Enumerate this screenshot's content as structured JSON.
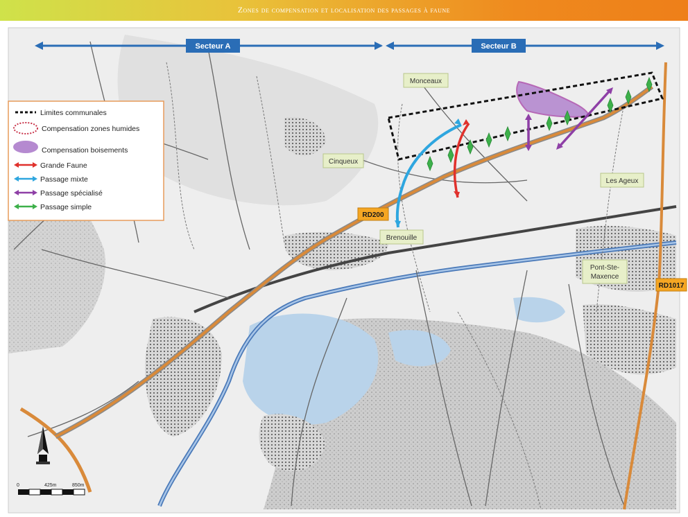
{
  "title": "Zones de compensation et localisation des passages à faune",
  "sectors": {
    "a": "Secteur A",
    "b": "Secteur B"
  },
  "legend": {
    "limites": "Limites communales",
    "zones_humides": "Compensation zones humides",
    "boisements": "Compensation boisements",
    "grande_faune": "Grande Faune",
    "passage_mixte": "Passage mixte",
    "passage_specialise": "Passage spécialisé",
    "passage_simple": "Passage simple"
  },
  "places": {
    "monceaux": "Monceaux",
    "cinqueux": "Cinqueux",
    "les_ageux": "Les Ageux",
    "brenouille": "Brenouille",
    "pont_ste_maxence": "Pont-Ste-Maxence",
    "pont_line1": "Pont-Ste-",
    "pont_line2": "Maxence"
  },
  "roads": {
    "rd200": "RD200",
    "rd1017": "RD1017"
  },
  "scale": {
    "zero": "0",
    "mid": "425m",
    "end": "850m"
  },
  "colors": {
    "grande_faune": "#e0312c",
    "passage_mixte": "#2ea6df",
    "passage_specialise": "#8e3fa6",
    "passage_simple": "#3db04a",
    "boisement_fill": "#b58ad0",
    "road": "#d98a3a",
    "river": "#4a79b8",
    "sector_arrow": "#2a6db6",
    "label_bg": "#e7efc9",
    "road_label_bg": "#f5a623"
  },
  "icons": {
    "north_arrow": "north-arrow-icon",
    "scale_bar": "scale-bar-icon"
  }
}
